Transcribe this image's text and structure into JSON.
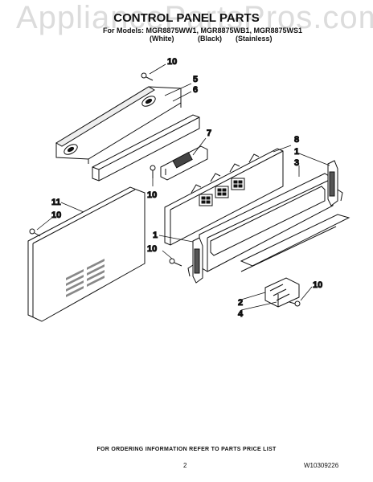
{
  "watermark": "AppliancePartsPros.com",
  "title": "CONTROL PANEL PARTS",
  "models_line": "For Models: MGR8875WW1, MGR8875WB1, MGR8875WS1",
  "colors": {
    "white": "(White)",
    "black": "(Black)",
    "stainless": "(Stainless)"
  },
  "callouts": {
    "c10a": "10",
    "c5": "5",
    "c6": "6",
    "c7": "7",
    "c8": "8",
    "c1a": "1",
    "c3": "3",
    "c10b": "10",
    "c11": "11",
    "c10c": "10",
    "c1b": "1",
    "c10d": "10",
    "c10e": "10",
    "c2": "2",
    "c4": "4"
  },
  "footer": "FOR ORDERING INFORMATION REFER TO PARTS PRICE LIST",
  "page_number": "2",
  "document_number": "W10309226",
  "colors_hex": {
    "line": "#111111",
    "watermark": "#dcdcdc",
    "shade": "#9a9a9a"
  }
}
